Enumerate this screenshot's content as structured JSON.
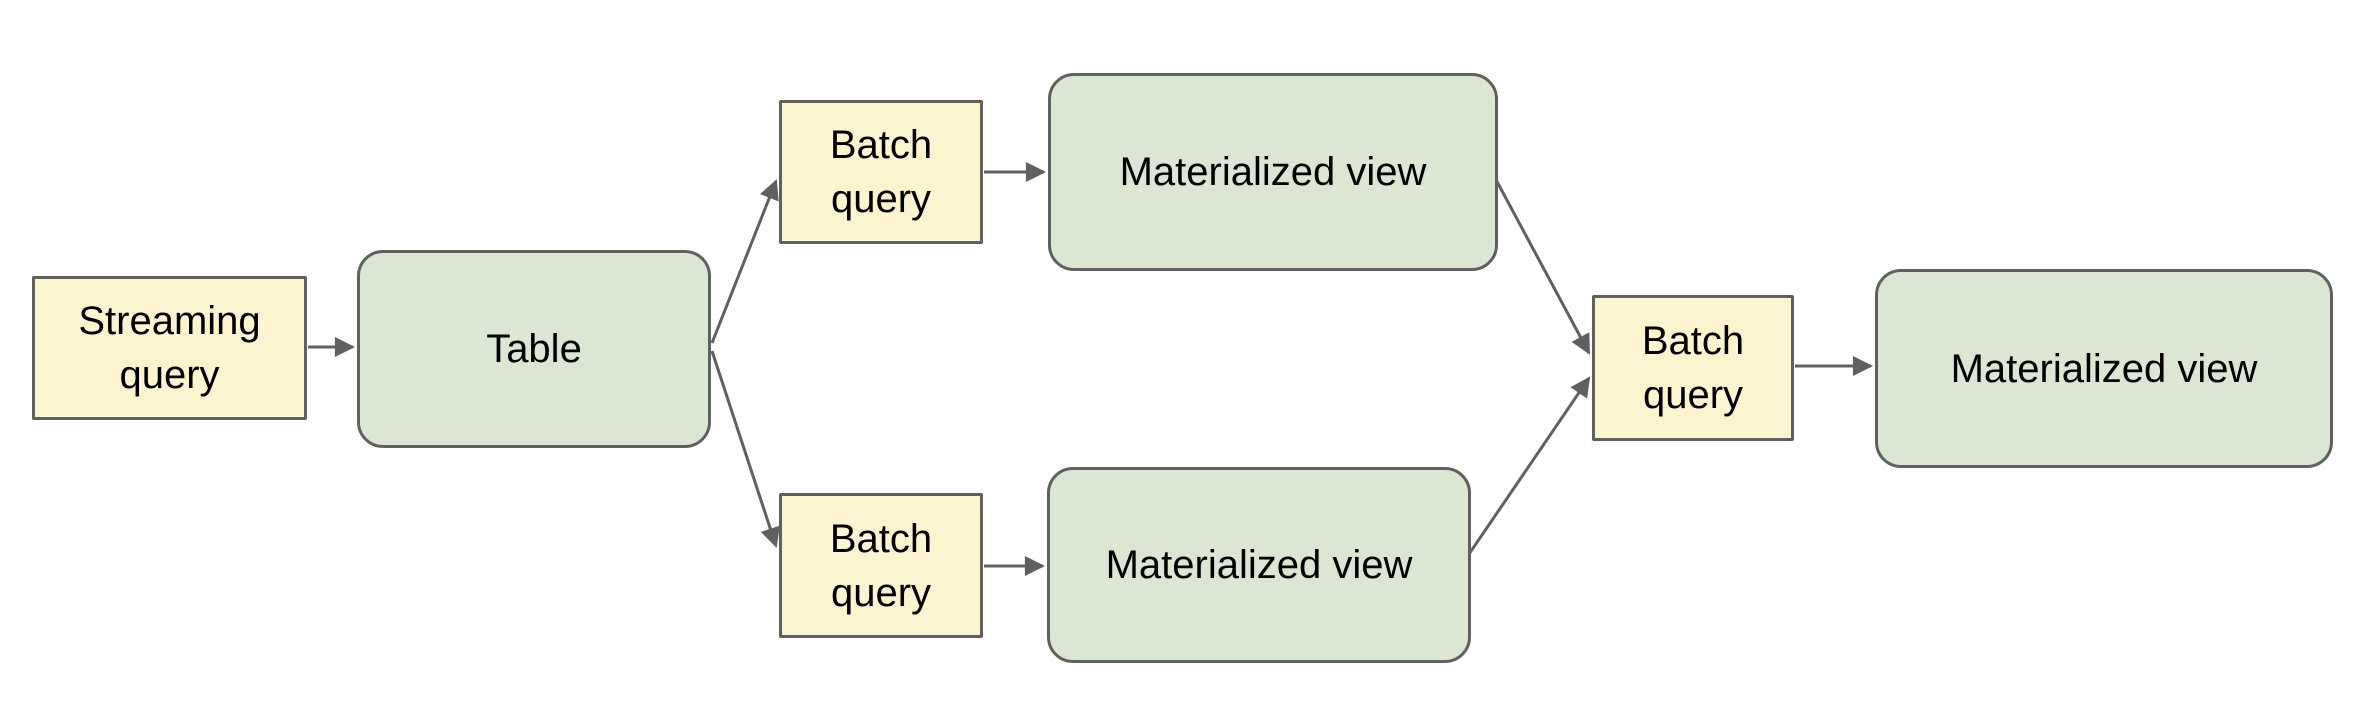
{
  "diagram": {
    "background": "#ffffff",
    "colors": {
      "query_fill": "#fcf3cf",
      "view_fill": "#dbe7d2",
      "stroke": "#606060",
      "text": "#000000"
    },
    "nodes": [
      {
        "id": "streaming-query",
        "label": "Streaming query",
        "kind": "query"
      },
      {
        "id": "table",
        "label": "Table",
        "kind": "table"
      },
      {
        "id": "batch-query-top",
        "label": "Batch query",
        "kind": "query"
      },
      {
        "id": "materialized-view-top",
        "label": "Materialized view",
        "kind": "view"
      },
      {
        "id": "batch-query-bottom",
        "label": "Batch query",
        "kind": "query"
      },
      {
        "id": "materialized-view-bottom",
        "label": "Materialized view",
        "kind": "view"
      },
      {
        "id": "batch-query-final",
        "label": "Batch query",
        "kind": "query"
      },
      {
        "id": "materialized-view-final",
        "label": "Materialized view",
        "kind": "view"
      }
    ],
    "edges": [
      {
        "from": "streaming-query",
        "to": "table"
      },
      {
        "from": "table",
        "to": "batch-query-top"
      },
      {
        "from": "table",
        "to": "batch-query-bottom"
      },
      {
        "from": "batch-query-top",
        "to": "materialized-view-top"
      },
      {
        "from": "batch-query-bottom",
        "to": "materialized-view-bottom"
      },
      {
        "from": "materialized-view-top",
        "to": "batch-query-final"
      },
      {
        "from": "materialized-view-bottom",
        "to": "batch-query-final"
      },
      {
        "from": "batch-query-final",
        "to": "materialized-view-final"
      }
    ]
  }
}
